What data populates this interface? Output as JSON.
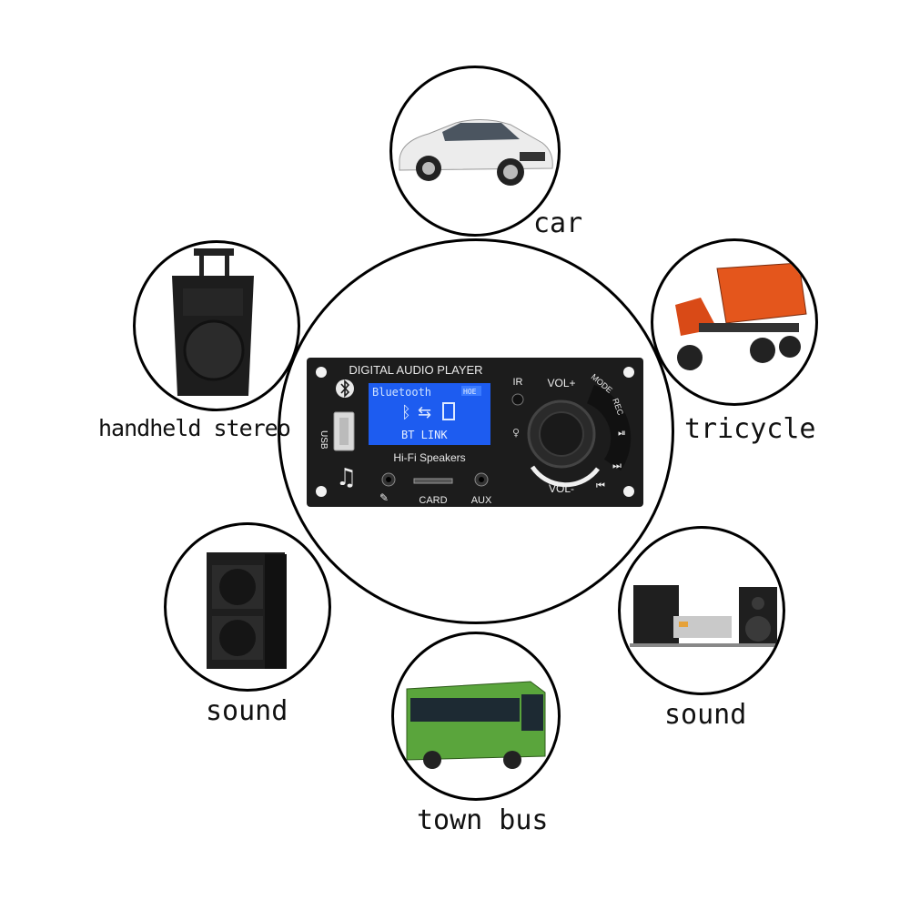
{
  "labels": {
    "car": "car",
    "handheld_stereo": "handheld stereo",
    "tricycle": "tricycle",
    "sound_left": "sound",
    "sound_right": "sound",
    "town_bus": "town bus"
  },
  "panel": {
    "title": "DIGITAL AUDIO PLAYER",
    "lcd_line1": "Bluetooth",
    "lcd_line2": "BT LINK",
    "lcd_badge": "HOE",
    "subtitle": "Hi-Fi Speakers",
    "ir": "IR",
    "vol_plus": "VOL+",
    "vol_minus": "VOL-",
    "mode": "MODE",
    "rec": "REC",
    "usb": "USB",
    "card": "CARD",
    "aux": "AUX",
    "play_icon": "play-pause-icon",
    "next_icon": "next-icon"
  },
  "colors": {
    "panel": "#1c1c1c",
    "lcd": "#1d5cf0",
    "lcd_text": "#cfe3ff",
    "bus": "#5aa53c",
    "tricycle": "#e4561c"
  }
}
